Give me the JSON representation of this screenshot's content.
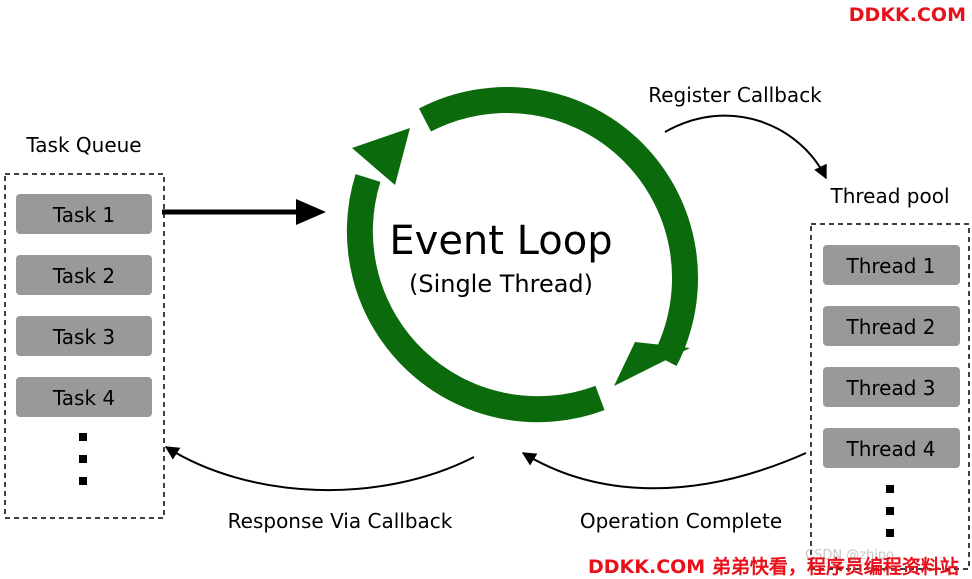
{
  "watermark_top": "DDKK.COM",
  "watermark_bottom": "DDKK.COM 弟弟快看，程序员编程资料站",
  "watermark_faint": "CSDN @zhipo...",
  "colors": {
    "loop": "#0b6a0b",
    "box": "#999999",
    "arrow": "#000000",
    "watermark": "#e8101a"
  },
  "task_queue": {
    "title": "Task Queue",
    "items": [
      "Task 1",
      "Task 2",
      "Task 3",
      "Task 4"
    ]
  },
  "thread_pool": {
    "title": "Thread pool",
    "items": [
      "Thread 1",
      "Thread 2",
      "Thread 3",
      "Thread 4"
    ]
  },
  "event_loop": {
    "title": "Event Loop",
    "subtitle": "(Single Thread)"
  },
  "labels": {
    "register_callback": "Register Callback",
    "operation_complete": "Operation Complete",
    "response_via_callback": "Response Via Callback"
  }
}
